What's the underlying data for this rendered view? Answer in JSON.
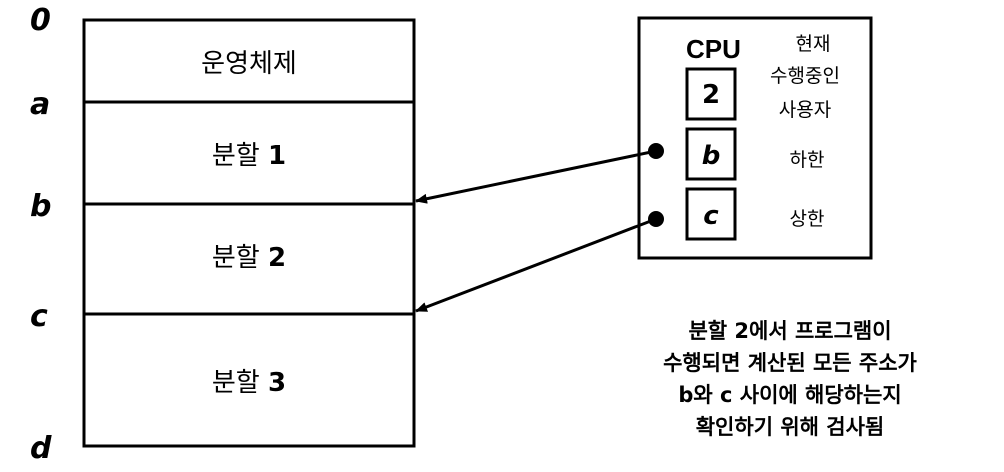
{
  "memory": {
    "addresses": [
      "0",
      "a",
      "b",
      "c",
      "d"
    ],
    "partitions": [
      {
        "label": "운영체제"
      },
      {
        "label": "분할",
        "num": "1"
      },
      {
        "label": "분할",
        "num": "2"
      },
      {
        "label": "분할",
        "num": "3"
      }
    ]
  },
  "cpu": {
    "title": "CPU",
    "current_user_label": [
      "현재",
      "수행중인",
      "사용자"
    ],
    "registers": [
      {
        "value": "2",
        "desc": ""
      },
      {
        "value": "b",
        "desc": "하한"
      },
      {
        "value": "c",
        "desc": "상한"
      }
    ]
  },
  "note": {
    "lines": [
      "분할 2에서 프로그램이",
      "수행되면 계산된 모든 주소가",
      "b와 c 사이에 해당하는지",
      "확인하기 위해 검사됨"
    ]
  }
}
